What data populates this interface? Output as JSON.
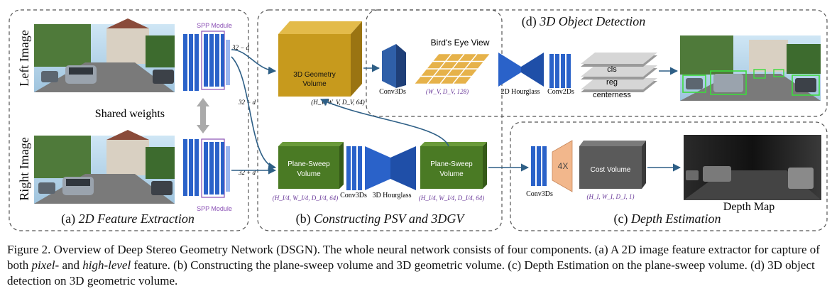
{
  "colors": {
    "arrow": "#2e5f86",
    "feature_blue": "#2a62c9",
    "spp_purple": "#8a4fb5",
    "geometry_volume": "#c79a1d",
    "psv_green": "#4a7a24",
    "cost_volume": "#5a5a5a",
    "bev_grid": "#e6b24a",
    "hourglass": "#2a62c9",
    "shared_arrow": "#aaaaaa",
    "upsample": "#f2b78c"
  },
  "panels": {
    "a": {
      "letter": "(a) ",
      "title": "2D Feature Extraction"
    },
    "b": {
      "letter": "(b) ",
      "title": "Constructing PSV and 3DGV"
    },
    "c": {
      "letter": "(c) ",
      "title": "Depth Estimation"
    },
    "d": {
      "letter": "(d) ",
      "title": "3D Object Detection"
    }
  },
  "feature_extraction": {
    "left_image_label": "Left Image",
    "right_image_label": "Right Image",
    "shared_weights": "Shared weights",
    "spp_top": "SPP Module",
    "spp_bottom": "SPP Module",
    "ch_top": "32 − d",
    "ch_mid": "32 − d",
    "ch_bottom": "32 − d"
  },
  "psv_3dgv": {
    "geometry_volume": [
      "3D Geometry",
      "Volume"
    ],
    "geometry_dims": "(H_V, W_V, D_V, 64)",
    "psv_left": [
      "Plane-Sweep",
      "Volume"
    ],
    "psv_right": [
      "Plane-Sweep",
      "Volume"
    ],
    "psv_left_dims": "(H_I/4, W_I/4, D_I/4, 64)",
    "psv_right_dims": "(H_I/4, W_I/4, D_I/4, 64)",
    "conv3ds": "Conv3Ds",
    "hourglass": "3D Hourglass"
  },
  "detection": {
    "conv3ds": "Conv3Ds",
    "bev_label": "Bird's Eye View",
    "bev_dims": "(W_V, D_V, 128)",
    "hourglass_2d": "2D Hourglass",
    "conv2ds": "Conv2Ds",
    "heads": [
      "cls",
      "reg",
      "centerness"
    ]
  },
  "depth": {
    "conv3ds": "Conv3Ds",
    "upsample": "4X",
    "cost_volume": "Cost Volume",
    "cost_dims": "(H_I, W_I, D_I, 1)",
    "depth_map": "Depth Map"
  },
  "caption": {
    "prefix": "Figure 2. Overview of Deep Stereo Geometry Network (DSGN). The whole neural network consists of four components. (a) A 2D image feature extractor for capture of both ",
    "em1": "pixel-",
    "mid": " and ",
    "em2": "high-level",
    "suffix": " feature. (b) Constructing the plane-sweep volume and 3D geometric volume. (c) Depth Estimation on the plane-sweep volume. (d) 3D object detection on 3D geometric volume."
  }
}
